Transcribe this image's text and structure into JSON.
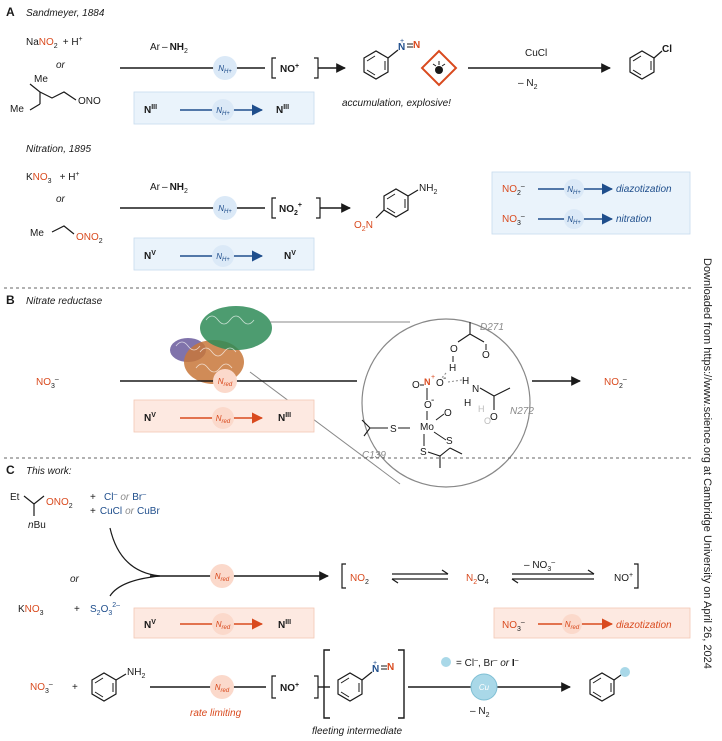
{
  "panels": {
    "a": "A",
    "b": "B",
    "c": "C"
  },
  "sidebar": {
    "download_note": "Downloaded from https://www.science.org at Cambridge University on April 26, 2024"
  },
  "sandmeyer": {
    "title": "Sandmeyer, 1884",
    "reagent_na": "Na",
    "reagent_no2": "NO",
    "reagent_sub2": "2",
    "plus_h": "+ H",
    "sup_plus": "+",
    "or": "or",
    "me": "Me",
    "ono": "ONO",
    "arnh2_ar": "Ar",
    "arnh2_nh2": "NH",
    "sub2": "2",
    "n_h": "N",
    "h_sub": "H+",
    "nitrosonium": "NO",
    "plus": "+",
    "cucl": "CuCl",
    "minus_n2": "– N",
    "n2_sub": "2",
    "cl": "Cl",
    "accumulation": "accumulation, explosive!",
    "n_iii": "N",
    "iii": "III"
  },
  "nitration": {
    "title": "Nitration, 1895",
    "k": "K",
    "no3": "NO",
    "sub3": "3",
    "plus_h": "+ H",
    "or": "or",
    "me": "Me",
    "ono2": "ONO",
    "sub2": "2",
    "arnh2_ar": "Ar",
    "arnh2_nh2": "NH",
    "no2plus": "NO",
    "nh2": "NH",
    "o2n_o": "O",
    "o2n_n": "N",
    "n_v": "N",
    "v": "V",
    "legend_no2": "NO",
    "legend_no3": "NO",
    "minus": "–",
    "diazotization": "diazotization",
    "nitration_label": "nitration"
  },
  "nitrate_reductase": {
    "title": "Nitrate reductase",
    "no3": "NO",
    "sub3": "3",
    "minus": "–",
    "n_red": "N",
    "red_sub": "red",
    "no2": "NO",
    "sub2": "2",
    "d271": "D271",
    "n272": "N272",
    "c139": "C139",
    "mo": "Mo",
    "s": "S",
    "o": "O",
    "h": "H",
    "n": "N",
    "plus": "+",
    "n_v": "N",
    "v": "V",
    "n_iii": "N",
    "iii": "III"
  },
  "this_work": {
    "title": "This work:",
    "et": "Et",
    "nbu_n": "n",
    "nbu_bu": "Bu",
    "ono2": "ONO",
    "sub2": "2",
    "plus": "+",
    "cl_minus": "Cl",
    "or_word": "or",
    "br_minus": "Br",
    "minus": "–",
    "cucl": "CuCl",
    "cubr": "CuBr",
    "or": "or",
    "k": "K",
    "no3": "NO",
    "sub3": "3",
    "s2o3": "S",
    "s2o3_o": "O",
    "s2o3_charge": "2–",
    "n_red": "N",
    "red_sub": "red",
    "no2": "NO",
    "n2o4_n": "N",
    "n2o4_o": "O",
    "sub4": "4",
    "minus_no3": "– NO",
    "no_plus": "NO",
    "n_v": "N",
    "v": "V",
    "n_iii": "N",
    "iii": "III",
    "diazotization": "diazotization",
    "nh2": "NH",
    "rate_limiting": "rate limiting",
    "fleeting": "fleeting intermediate",
    "eq_legend": "= Cl",
    "br_part": ", Br",
    "or_i": " or ",
    "i_part": "I",
    "cu": "Cu",
    "minus_n2": "– N"
  },
  "colors": {
    "red": "#d94a1e",
    "blue": "#1f4e8c",
    "blue_box": "#eaf3fb",
    "red_box": "#fde9e1",
    "protein_green": "#2e8b57",
    "protein_orange": "#c8773a",
    "protein_purple": "#6a5a9c",
    "cu_circle": "#a9d8e8"
  }
}
